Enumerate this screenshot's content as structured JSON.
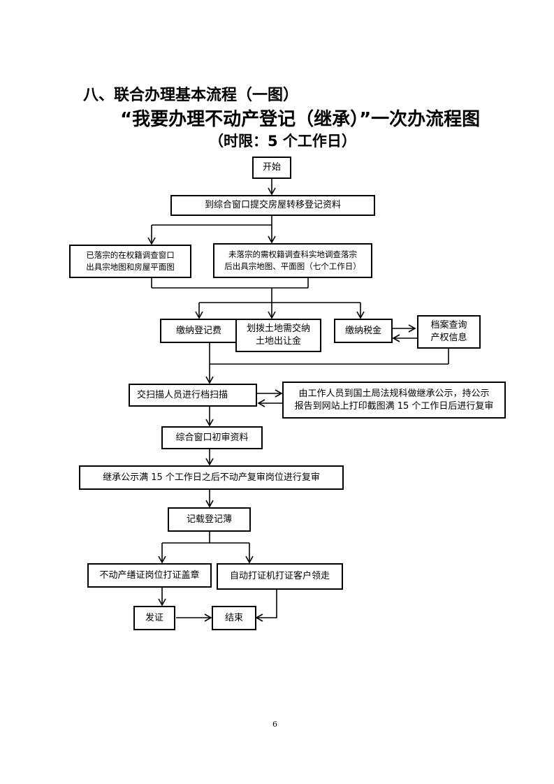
{
  "header": {
    "section": "八、联合办理基本流程（一图）",
    "title": "“我要办理不动产登记（继承）”一次办流程图",
    "time_limit": "（时限：5 个工作日）"
  },
  "nodes": {
    "start": "开始",
    "submit": "到综合窗口提交房屋转移登记资料",
    "parcel_done": "已落宗的在权籍调查窗口\n出具宗地图和房屋平面图",
    "parcel_pending": "未落宗的需权籍调查科实地调查落宗\n后出具宗地图、平面图（七个工作日）",
    "reg_fee": "缴纳登记费",
    "land_fee": "划拨土地需交纳\n土地出让金",
    "tax": "缴纳税金",
    "archive": "档案查询\n产权信息",
    "scan": "交扫描人员进行档扫描",
    "public_notice": "由工作人员到国土局法规科做继承公示，持公示\n报告到网站上打印截图满 15 个工作日后进行复审",
    "initial_review": "综合窗口初审资料",
    "re_review": "继承公示满 15 个工作日之后不动产复审岗位进行复审",
    "record": "记载登记薄",
    "seal": "不动产缮证岗位打证盖章",
    "self_print": "自动打证机打证客户领走",
    "issue": "发证",
    "end": "结束"
  },
  "footer": {
    "page_number": "6"
  }
}
